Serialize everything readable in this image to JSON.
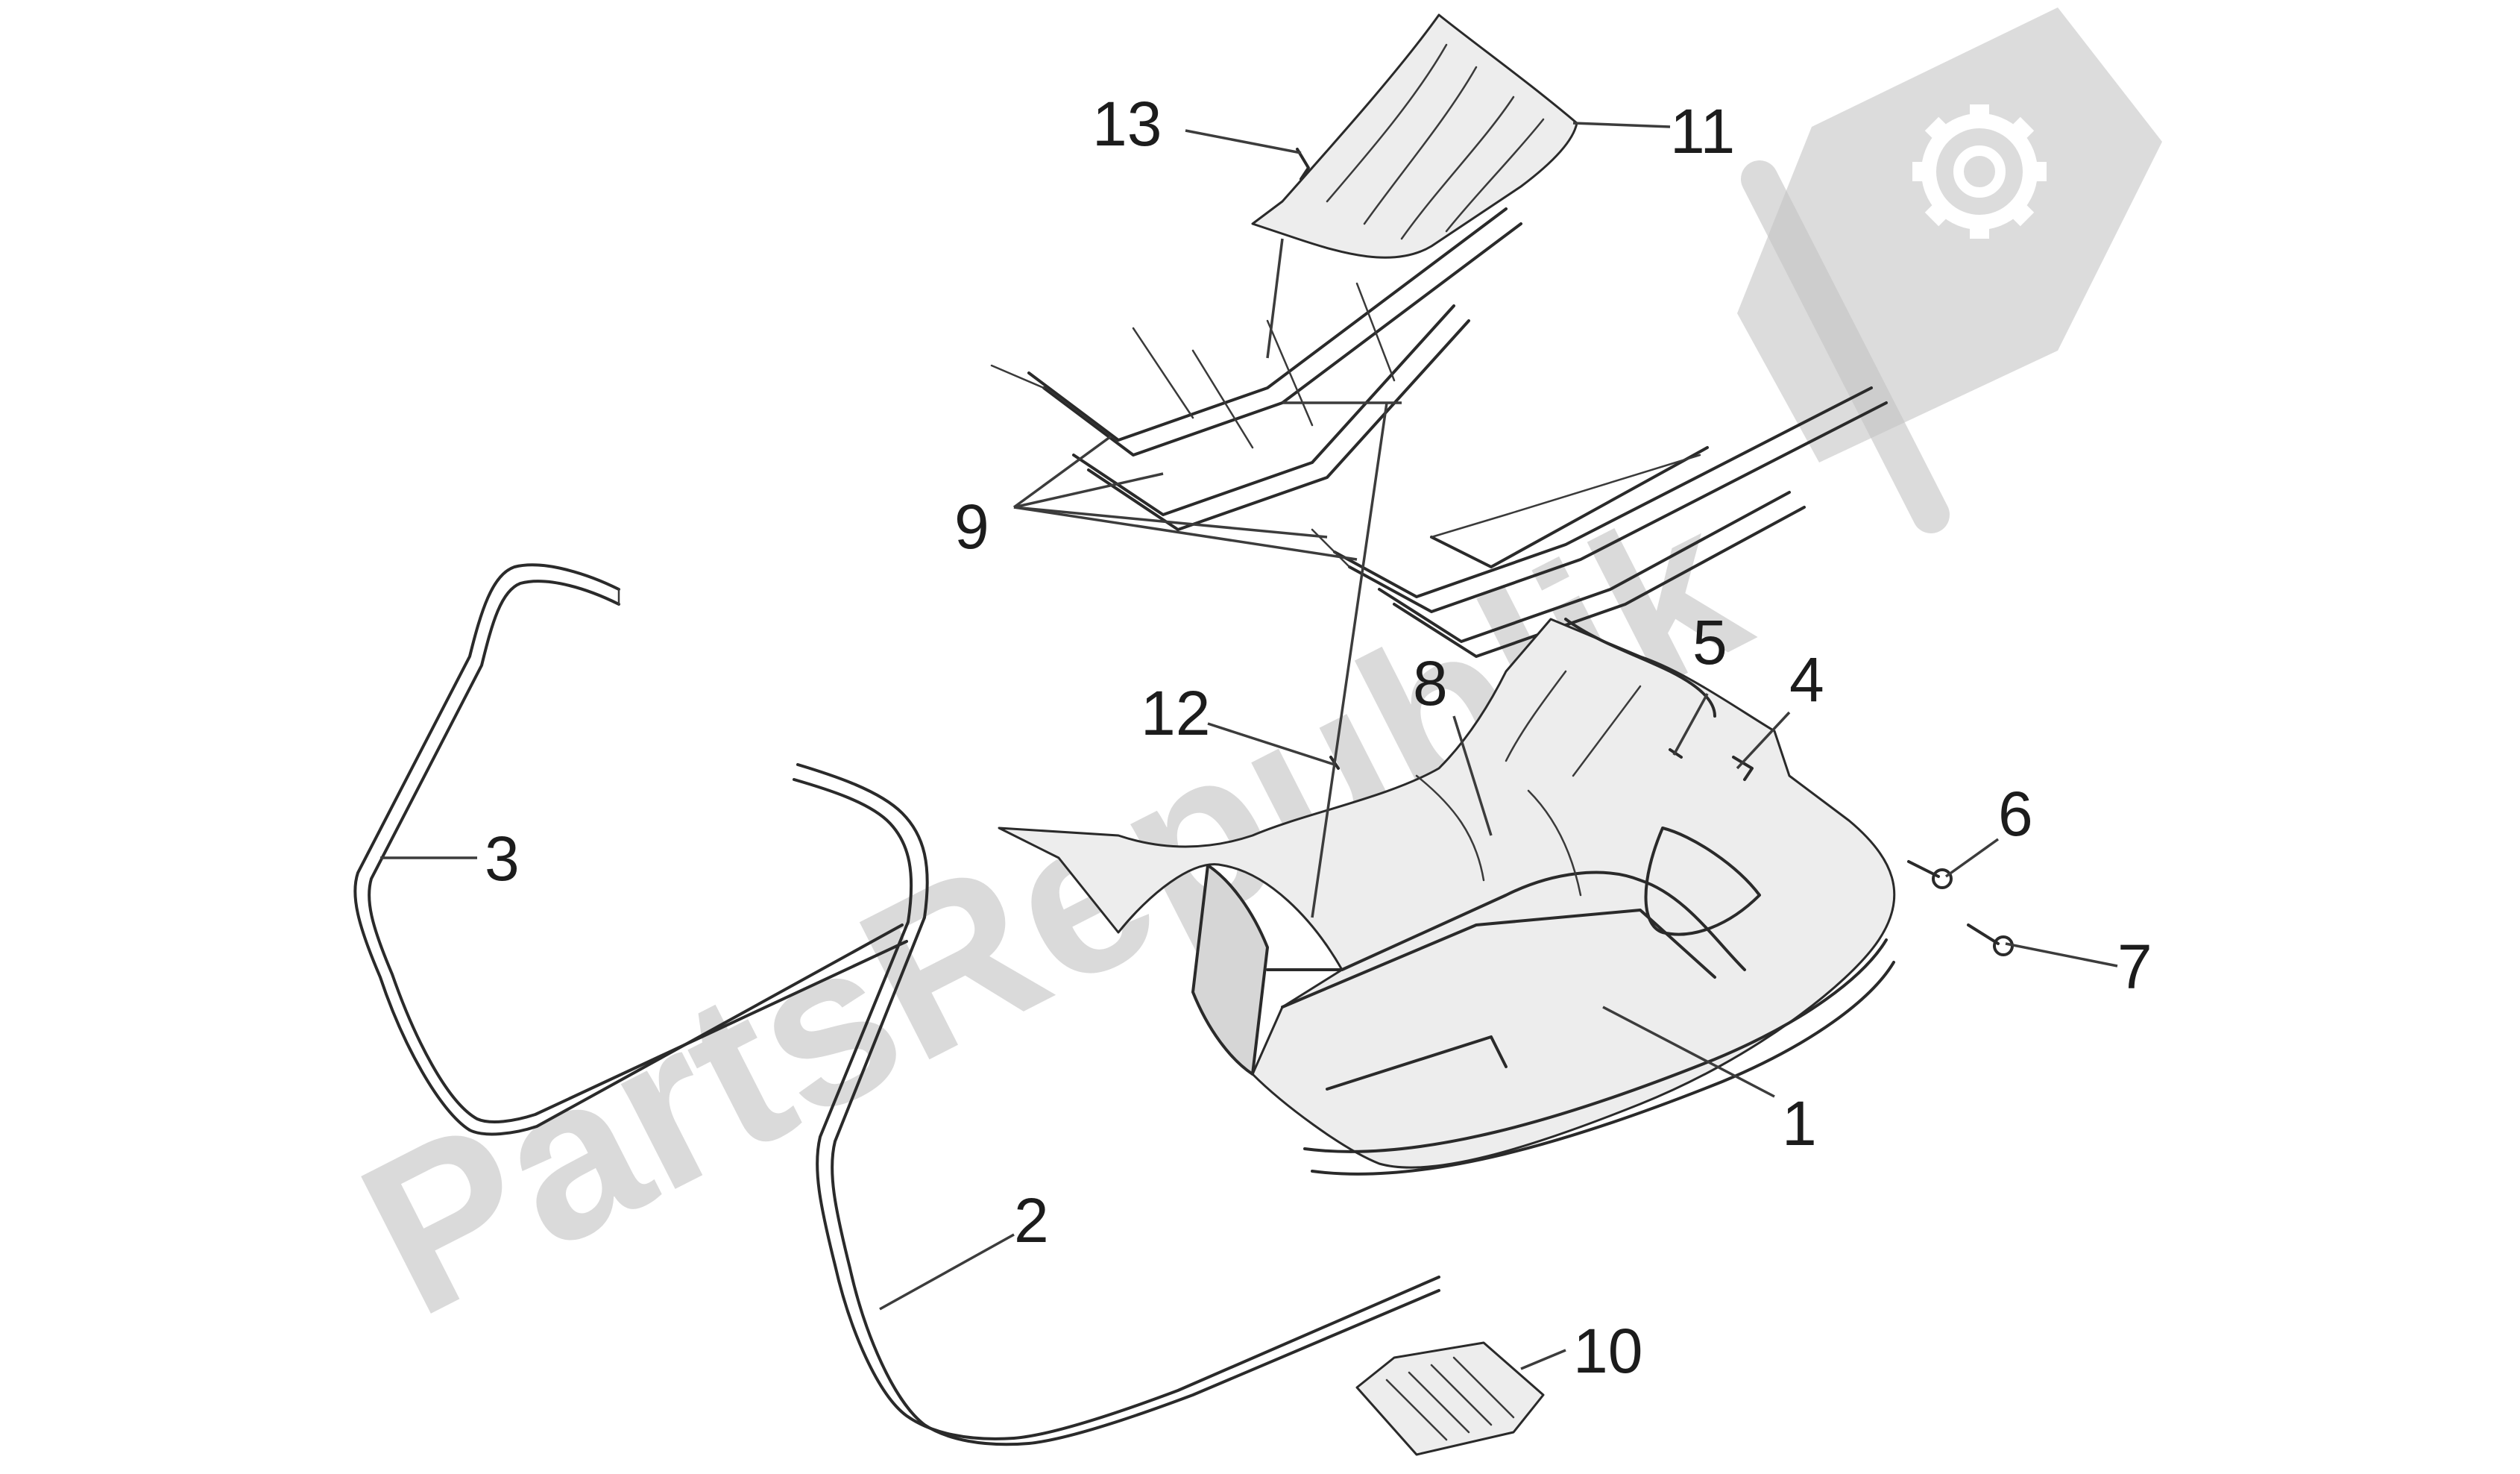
{
  "watermark": {
    "text": "PartsRepublik",
    "logo": "gear-flag-logo",
    "color": "#bdbdbd"
  },
  "callouts": [
    {
      "id": "1",
      "label": "1"
    },
    {
      "id": "2",
      "label": "2"
    },
    {
      "id": "3",
      "label": "3"
    },
    {
      "id": "4",
      "label": "4"
    },
    {
      "id": "5",
      "label": "5"
    },
    {
      "id": "6",
      "label": "6"
    },
    {
      "id": "7",
      "label": "7"
    },
    {
      "id": "8",
      "label": "8"
    },
    {
      "id": "9",
      "label": "9"
    },
    {
      "id": "10",
      "label": "10"
    },
    {
      "id": "11",
      "label": "11"
    },
    {
      "id": "12",
      "label": "12"
    },
    {
      "id": "13",
      "label": "13"
    }
  ]
}
